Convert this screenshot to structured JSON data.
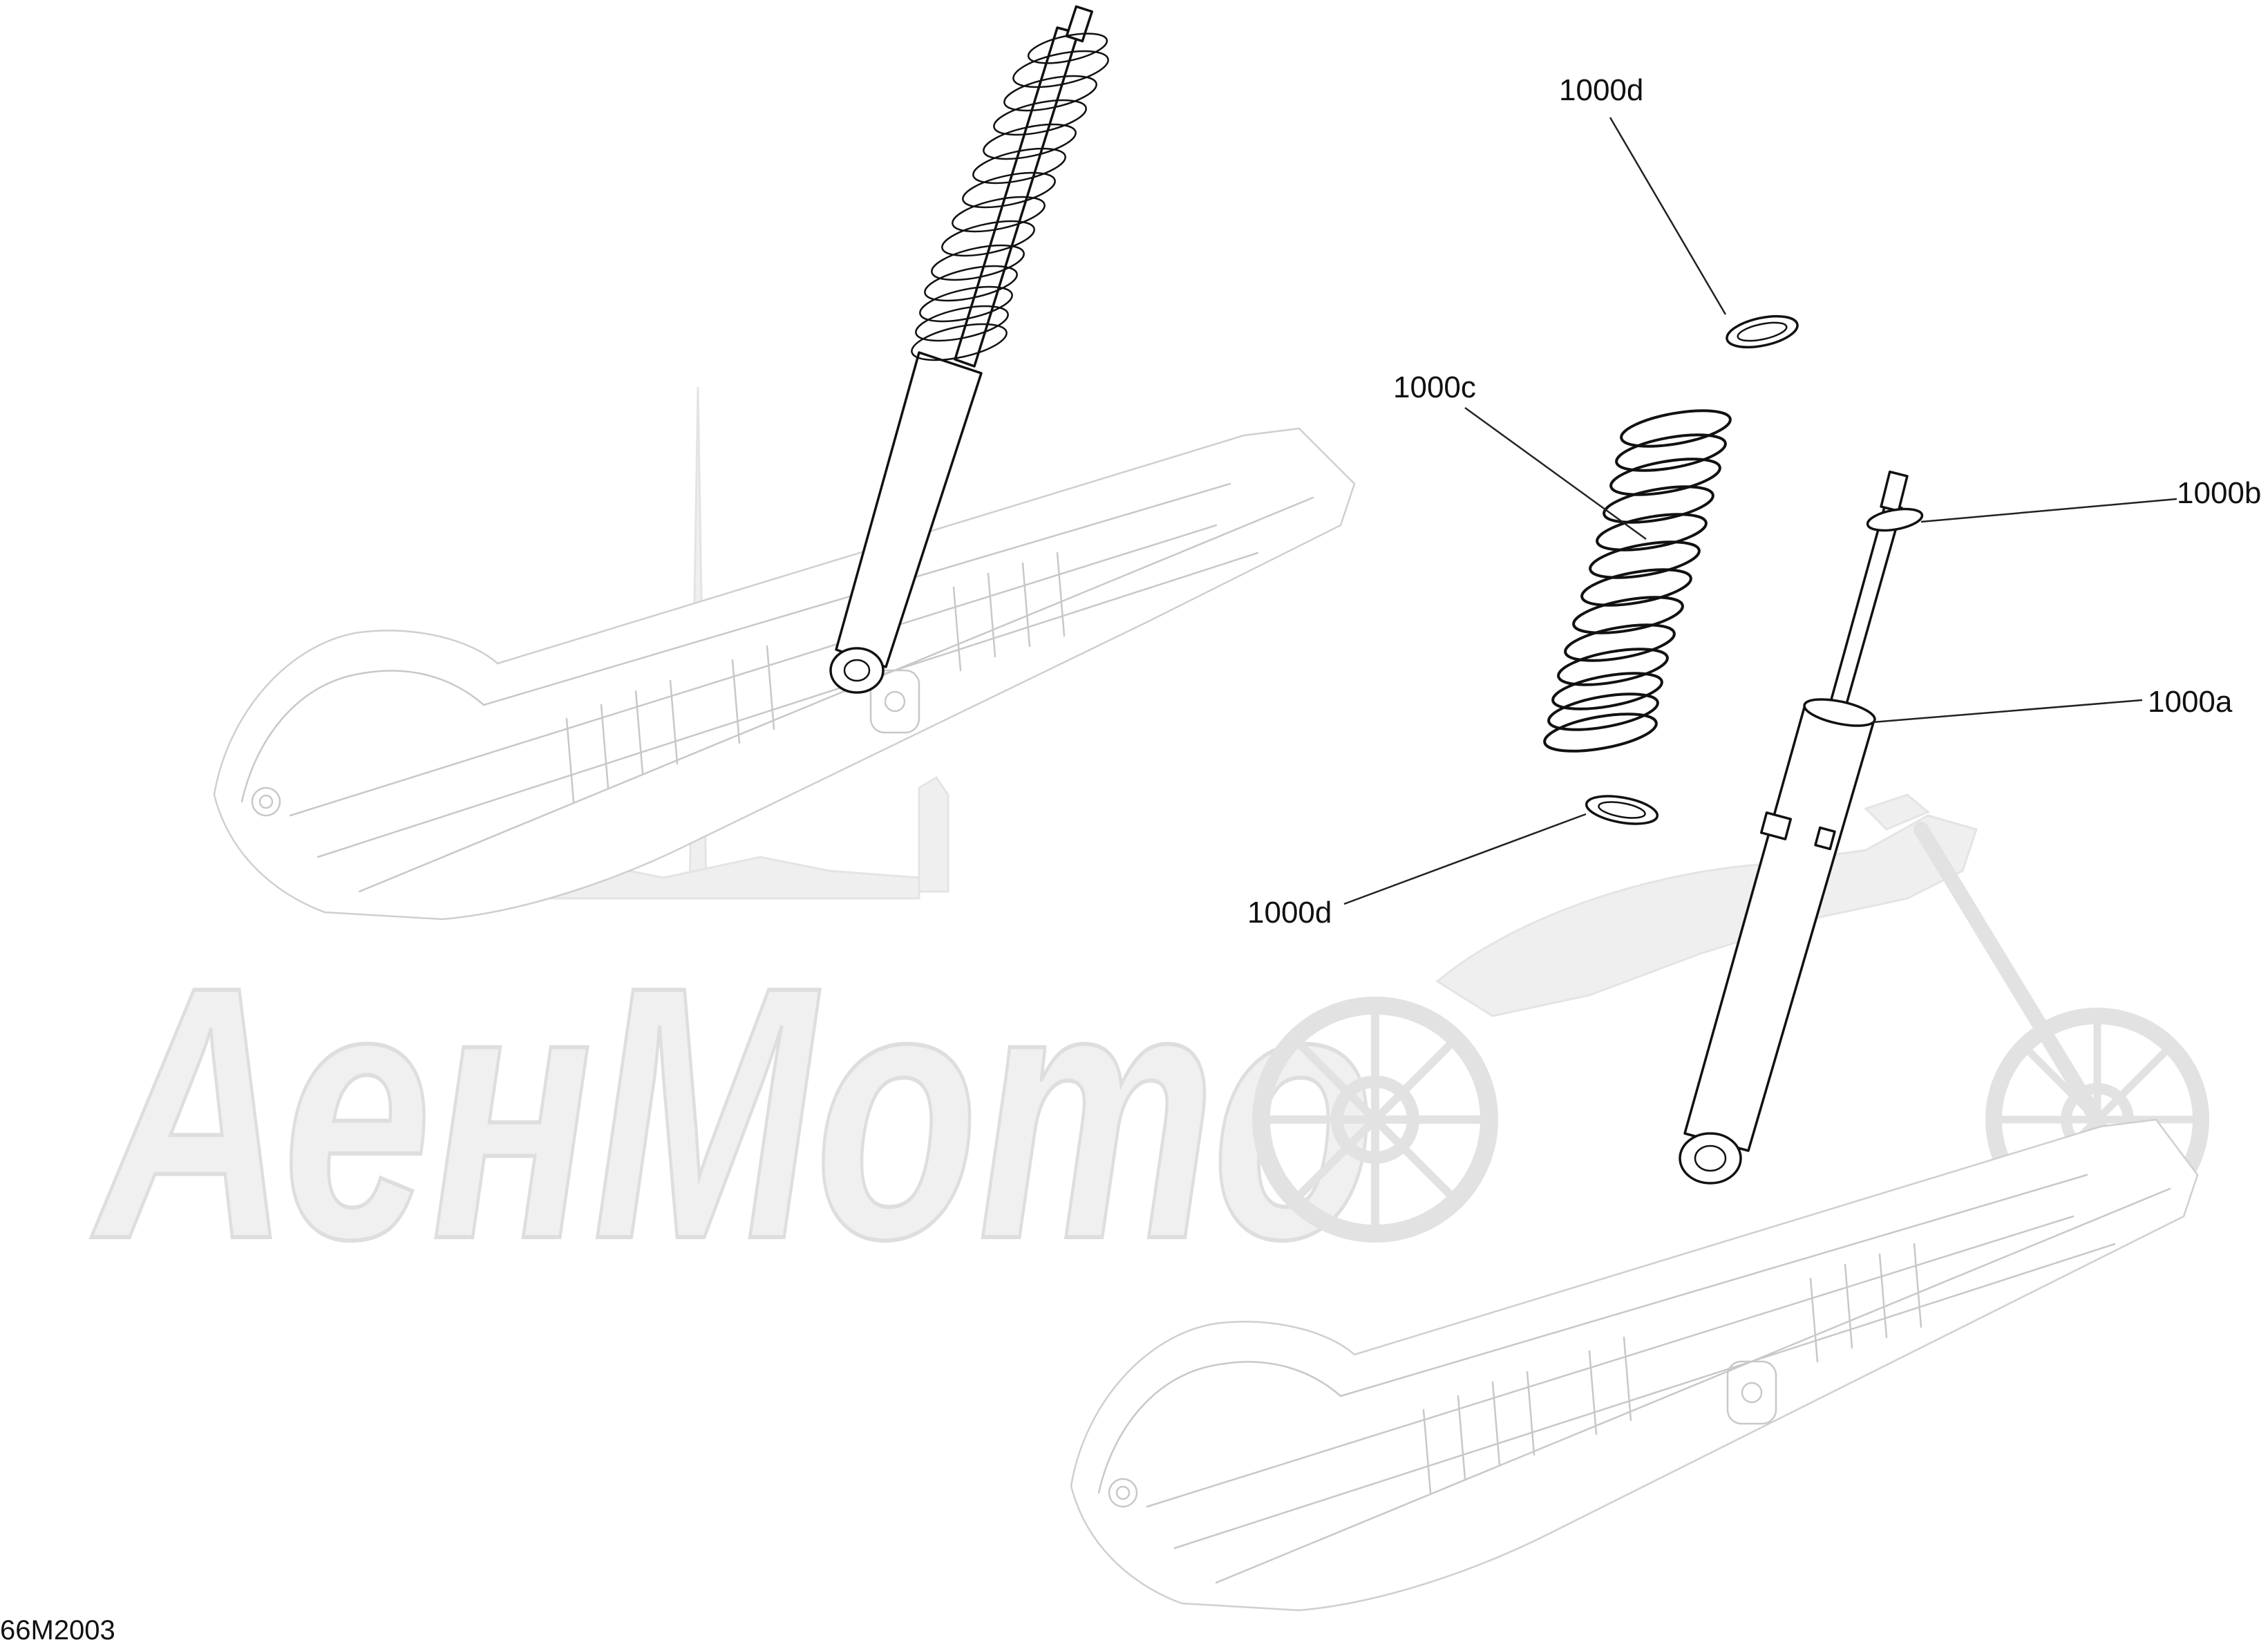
{
  "callouts": {
    "d_top": "1000d",
    "c": "1000c",
    "b": "1000b",
    "a": "1000a",
    "d_bottom": "1000d"
  },
  "diagram_code": "66M2003",
  "watermark_text": "АенМото",
  "colors": {
    "line": "#111111",
    "ghost": "#c8c8c8",
    "watermark": "#efefef"
  }
}
